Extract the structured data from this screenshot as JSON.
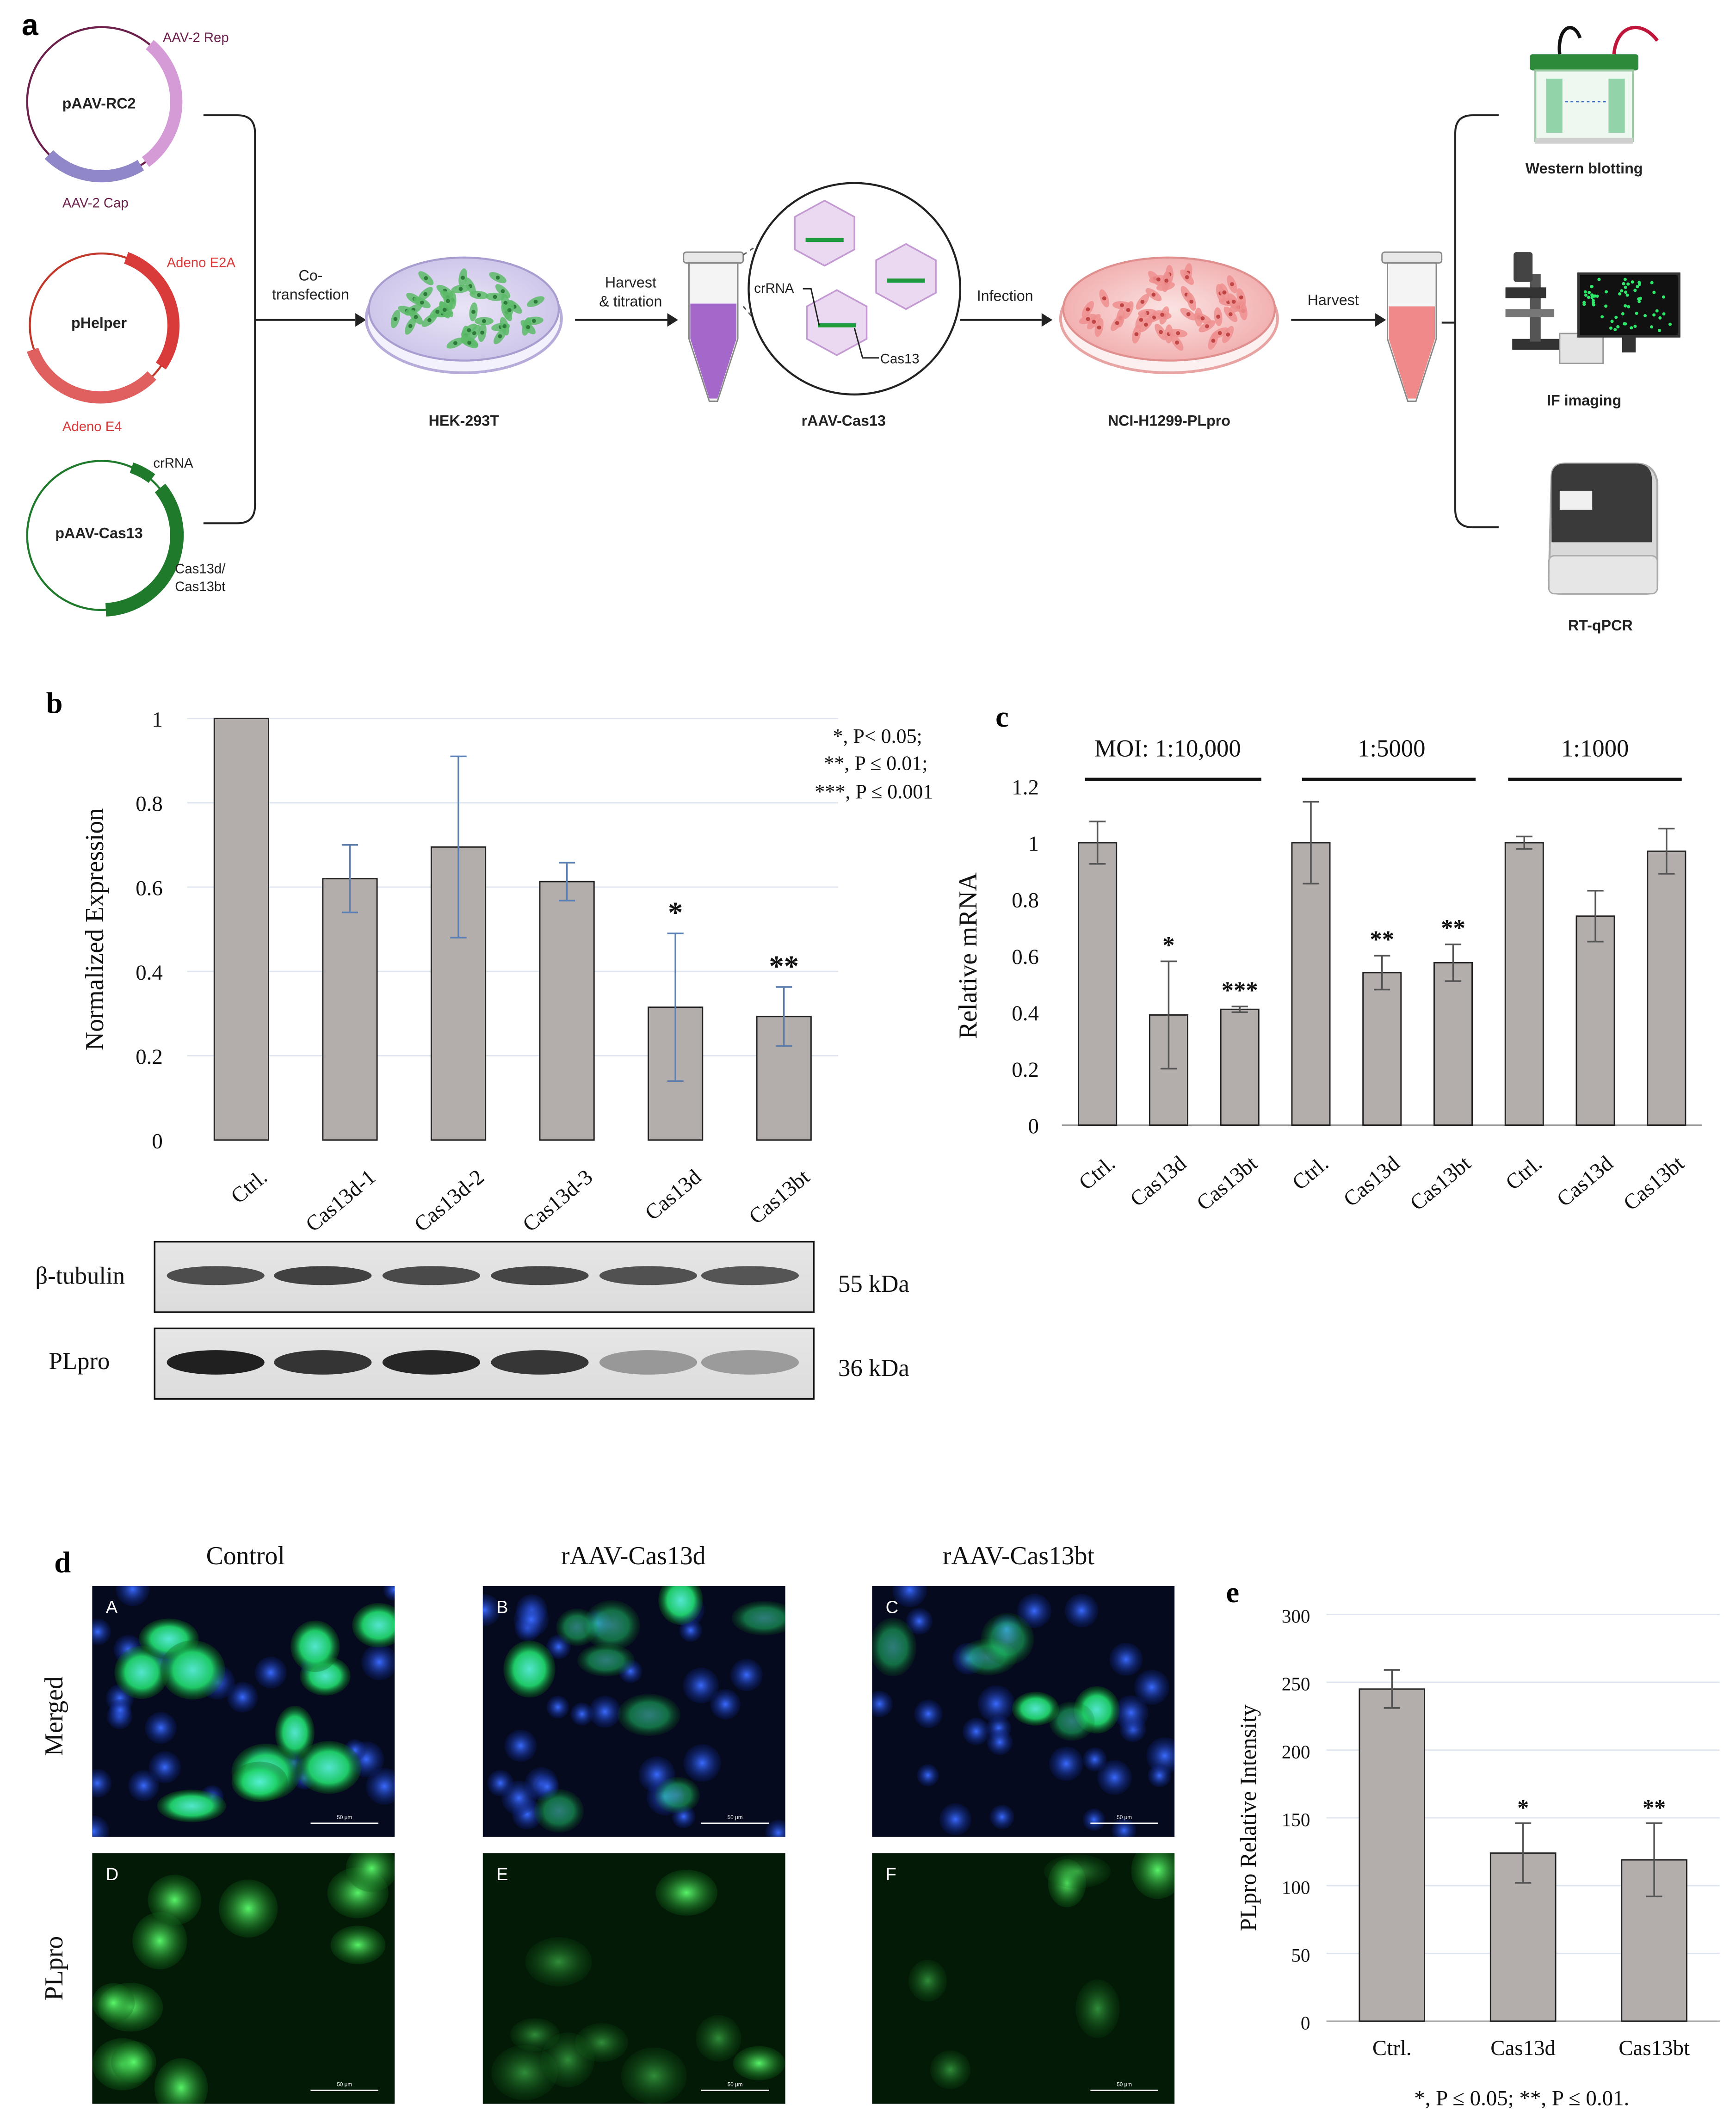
{
  "panel_a": {
    "letter": "a",
    "plasmids": [
      {
        "name": "pAAV-RC2",
        "label1": "AAV-2 Rep",
        "label2": "AAV-2 Cap"
      },
      {
        "name": "pHelper",
        "label1": "Adeno E2A",
        "label2": "Adeno E4"
      },
      {
        "name": "pAAV-Cas13",
        "label1": "crRNA",
        "label2a": "Cas13d/",
        "label2b": "Cas13bt"
      }
    ],
    "steps": {
      "cotransfection_1": "Co-",
      "cotransfection_2": "transfection",
      "harvest_1": "Harvest",
      "harvest_2": "& titration",
      "infection": "Infection",
      "harvest_final": "Harvest"
    },
    "vessels": {
      "hek": "HEK-293T",
      "raav": "rAAV-Cas13",
      "nci": "NCI-H1299-PLpro"
    },
    "virion_labels": {
      "crrna": "crRNA",
      "cas13": "Cas13"
    },
    "readouts": [
      "Western blotting",
      "IF imaging",
      "RT-qPCR"
    ],
    "colors": {
      "rc2_rep": "#d59bd6",
      "rc2_cap": "#8f87c8",
      "helper": "#d93a3a",
      "cas13": "#1f7a2b",
      "cell": "#5dbb6a",
      "tube_purple": "#9b59c7",
      "tube_pink": "#f08a8a"
    }
  },
  "panel_b": {
    "letter": "b",
    "significance": [
      "*, P< 0.05;",
      "**, P ≤ 0.01;",
      "***, P ≤ 0.001"
    ],
    "blot": {
      "bands": [
        {
          "label": "β-tubulin",
          "size": "55 kDa",
          "intensities": [
            0.72,
            0.78,
            0.74,
            0.76,
            0.7,
            0.68
          ]
        },
        {
          "label": "PLpro",
          "size": "36 kDa",
          "intensities": [
            0.95,
            0.85,
            0.92,
            0.84,
            0.35,
            0.33
          ]
        }
      ]
    }
  },
  "panel_c": {
    "letter": "c",
    "groups": [
      "MOI: 1:10,000",
      "1:5000",
      "1:1000"
    ]
  },
  "panel_d": {
    "letter": "d",
    "columns": [
      "Control",
      "rAAV-Cas13d",
      "rAAV-Cas13bt"
    ],
    "rows": [
      "Merged",
      "PLpro"
    ],
    "tiles": [
      "A",
      "B",
      "C",
      "D",
      "E",
      "F"
    ],
    "scale_bar": "50 μm"
  },
  "panel_e": {
    "letter": "e",
    "footnote": "*, P ≤ 0.05; **, P ≤ 0.01."
  },
  "chart_data": [
    {
      "type": "bar",
      "panel": "b",
      "categories": [
        "Ctrl.",
        "Cas13d-1",
        "Cas13d-2",
        "Cas13d-3",
        "Cas13d",
        "Cas13bt"
      ],
      "values": [
        1.0,
        0.62,
        0.695,
        0.613,
        0.315,
        0.293
      ],
      "error": [
        0.0,
        0.08,
        0.215,
        0.045,
        0.175,
        0.07
      ],
      "stars": [
        "",
        "",
        "",
        "",
        "*",
        "**"
      ],
      "ylabel": "Normalized Expression",
      "ylim": [
        0,
        1
      ],
      "yticks": [
        "0",
        "0.2",
        "0.4",
        "0.6",
        "0.8",
        "1"
      ],
      "grid": true
    },
    {
      "type": "bar",
      "panel": "c",
      "categories": [
        "Ctrl.",
        "Cas13d",
        "Cas13bt",
        "Ctrl.",
        "Cas13d",
        "Cas13bt",
        "Ctrl.",
        "Cas13d",
        "Cas13bt"
      ],
      "values": [
        1.0,
        0.39,
        0.41,
        1.0,
        0.54,
        0.575,
        1.0,
        0.74,
        0.97
      ],
      "error": [
        0.075,
        0.19,
        0.01,
        0.145,
        0.06,
        0.065,
        0.022,
        0.09,
        0.08
      ],
      "stars": [
        "",
        "*",
        "***",
        "",
        "**",
        "**",
        "",
        "",
        ""
      ],
      "ylabel": "Relative mRNA",
      "ylim": [
        0,
        1.2
      ],
      "yticks": [
        "0",
        "0.2",
        "0.4",
        "0.6",
        "0.8",
        "1",
        "1.2"
      ],
      "grid": false
    },
    {
      "type": "bar",
      "panel": "e",
      "categories": [
        "Ctrl.",
        "Cas13d",
        "Cas13bt"
      ],
      "values": [
        245,
        124,
        119
      ],
      "error": [
        14,
        22,
        27
      ],
      "stars": [
        "",
        "*",
        "**"
      ],
      "ylabel": "PLpro Relative Intensity",
      "ylim": [
        0,
        300
      ],
      "yticks": [
        "0",
        "50",
        "100",
        "150",
        "200",
        "250",
        "300"
      ],
      "grid": true
    }
  ]
}
